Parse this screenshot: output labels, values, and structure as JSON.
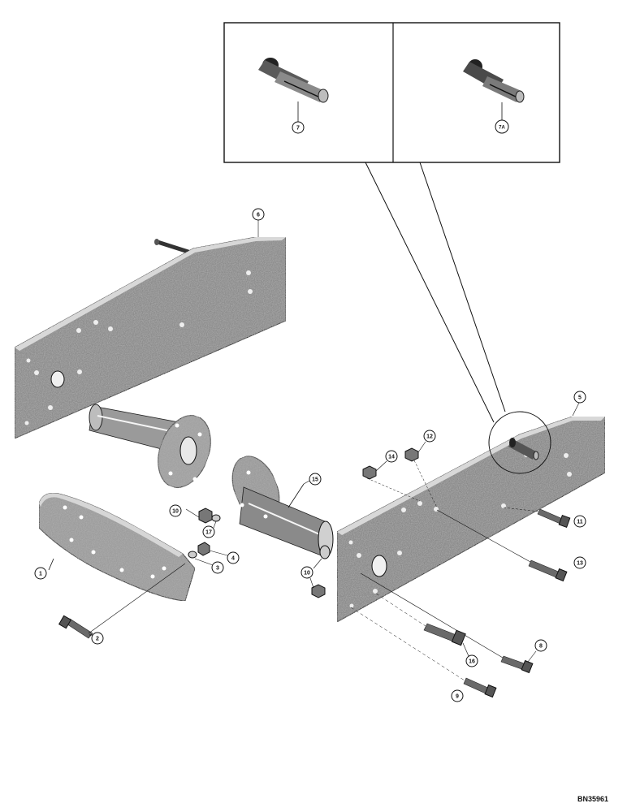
{
  "diagram": {
    "callouts": {
      "c1": "1",
      "c2": "2",
      "c3": "3",
      "c4": "4",
      "c5": "5",
      "c6": "6",
      "c7": "7",
      "c7a": "7A",
      "c8": "8",
      "c9": "9",
      "c10a": "10",
      "c10b": "10",
      "c11": "11",
      "c12": "12",
      "c13": "13",
      "c14": "14",
      "c15": "15",
      "c16": "16",
      "c17": "17"
    },
    "document_number": "BN35961"
  }
}
